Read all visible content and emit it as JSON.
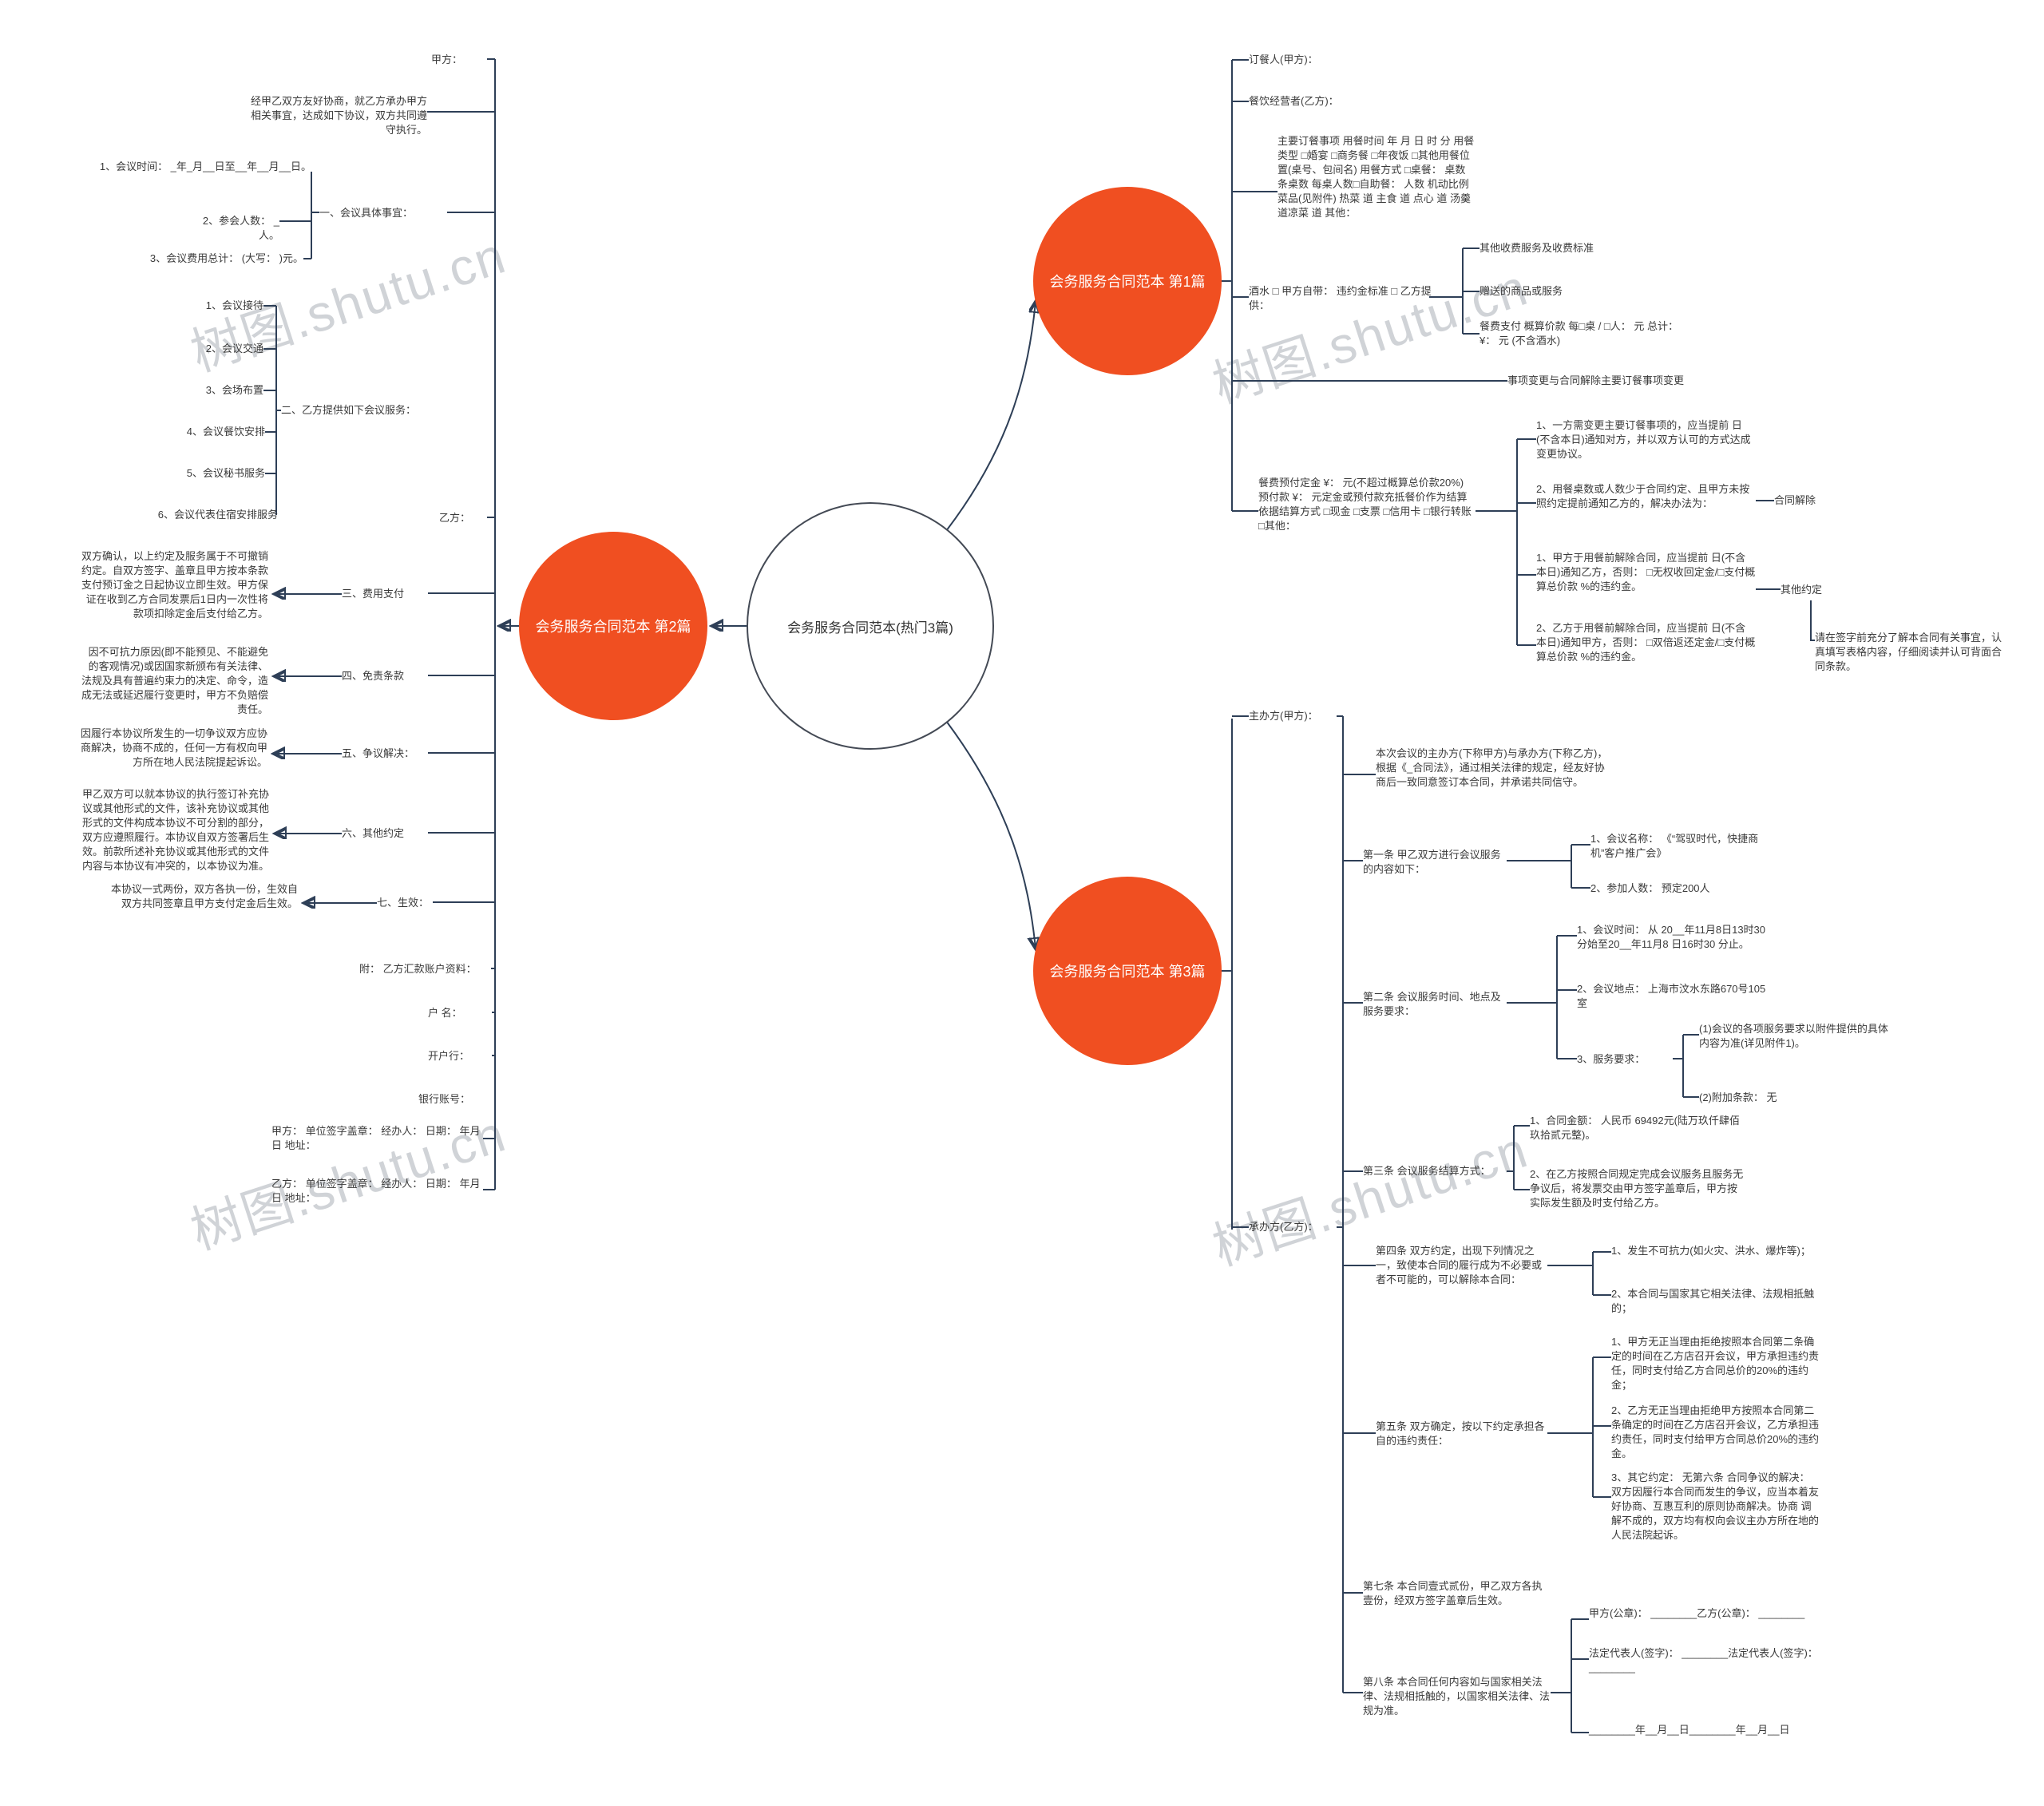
{
  "watermark": "树图.shutu.cn",
  "center": {
    "label": "会务服务合同范本(热门3篇)"
  },
  "branch1": {
    "circle": "会务服务合同范本 第1篇",
    "orderer": "订餐人(甲方)：",
    "caterer": "餐饮经营者(乙方)：",
    "main_order": "主要订餐事项 用餐时间 年 月 日 时 分 用餐类型 □婚宴 □商务餐 □年夜饭 □其他用餐位置(桌号、包间名) 用餐方式 □桌餐： 桌数 条桌数 每桌人数□自助餐： 人数 机动比例菜品(见附件) 热菜 道 主食 道 点心 道 汤羹 道凉菜 道 其他：",
    "drinks": "酒水 □ 甲方自带： 违约金标准 □ 乙方提供：",
    "drinks_items": [
      "其他收费服务及收费标准",
      "赠送的商品或服务",
      "餐费支付 概算价款 每□桌 / □人： 元 总计： ¥： 元 (不含酒水)"
    ],
    "change_title": "事项变更与合同解除主要订餐事项变更",
    "prepay": "餐费预付定金 ¥： 元(不超过概算总价款20%) 预付款 ¥： 元定金或预付款充抵餐价作为结算依据结算方式 □现金 □支票 □信用卡 □银行转账 □其他：",
    "prepay_items": [
      "1、一方需变更主要订餐事项的，应当提前 日(不含本日)通知对方，并以双方认可的方式达成变更协议。",
      "2、用餐桌数或人数少于合同约定、且甲方未按照约定提前通知乙方的，解决办法为：",
      "1、甲方于用餐前解除合同，应当提前 日(不含本日)通知乙方，否则： □无权收回定金/□支付概算总价款 %的违约金。",
      "2、乙方于用餐前解除合同，应当提前 日(不含本日)通知甲方，否则： □双倍返还定金/□支付概算总价款 %的违约金。"
    ],
    "terminate": "合同解除",
    "other": "其他约定",
    "other_note": "请在签字前充分了解本合同有关事宜，认真填写表格内容，仔细阅读并认可背面合同条款。"
  },
  "branch2": {
    "circle": "会务服务合同范本 第2篇",
    "party_a": "甲方：",
    "intro": "经甲乙双方友好协商，就乙方承办甲方 相关事宜，达成如下协议，双方共同遵守执行。",
    "sec1": "一、会议具体事宜：",
    "sec1_items": [
      "1、会议时间： _年_月__日至__年__月__日。",
      "2、参会人数： _人。",
      "3、会议费用总计： (大写： )元。"
    ],
    "sec2": "二、乙方提供如下会议服务：",
    "sec2_items": [
      "1、会议接待",
      "2、会议交通",
      "3、会场布置",
      "4、会议餐饮安排",
      "5、会议秘书服务",
      "6、会议代表住宿安排服务"
    ],
    "party_b": "乙方：",
    "sec3": "三、费用支付",
    "sec3_note": "双方确认，以上约定及服务属于不可撤销约定。自双方签字、盖章且甲方按本条款支付预订金之日起协议立即生效。甲方保证在收到乙方合同发票后1日内一次性将款项扣除定金后支付给乙方。",
    "sec4": "四、免责条款",
    "sec4_note": "因不可抗力原因(即不能预见、不能避免的客观情况)或因国家新颁布有关法律、法规及具有普遍约束力的决定、命令，造成无法或延迟履行变更时，甲方不负赔偿责任。",
    "sec5": "五、争议解决：",
    "sec5_note": "因履行本协议所发生的一切争议双方应协商解决，协商不成的，任何一方有权向甲方所在地人民法院提起诉讼。",
    "sec6": "六、其他约定",
    "sec6_note": "甲乙双方可以就本协议的执行签订补充协议或其他形式的文件，该补充协议或其他形式的文件构成本协议不可分割的部分，双方应遵照履行。本协议自双方签署后生效。前款所述补充协议或其他形式的文件内容与本协议有冲突的，以本协议为准。",
    "sec7": "七、生效：",
    "sec7_note": "本协议一式两份，双方各执一份，生效自双方共同签章且甲方支付定金后生效。",
    "attachment": "附： 乙方汇款账户资料：",
    "account_name": "户 名：",
    "bank": "开户行：",
    "account_no": "银行账号：",
    "sign_a": "甲方： 单位签字盖章： 经办人： 日期： 年月日 地址：",
    "sign_b": "乙方： 单位签字盖章： 经办人： 日期： 年月日 地址："
  },
  "branch3": {
    "circle": "会务服务合同范本 第3篇",
    "host": "主办方(甲方)：",
    "organizer": "承办方(乙方)：",
    "intro": "本次会议的主办方(下称甲方)与承办方(下称乙方)，根据《_合同法》，通过相关法律的规定，经友好协商后一致同意签订本合同，并承诺共同信守。",
    "tiao1": "第一条 甲乙双方进行会议服务的内容如下：",
    "tiao1_items": [
      "1、会议名称： 《“驾驭时代，快捷商机”客户推广会》",
      "2、参加人数： 预定200人"
    ],
    "tiao2": "第二条 会议服务时间、地点及服务要求：",
    "tiao2_items": [
      "1、会议时间： 从 20__年11月8日13时30分始至20__年11月8 日16时30 分止。",
      "2、会议地点： 上海市汶水东路670号105室",
      "3、服务要求："
    ],
    "tiao2_sub": [
      "(1)会议的各项服务要求以附件提供的具体内容为准(详见附件1)。",
      "(2)附加条款： 无"
    ],
    "tiao3": "第三条 会议服务结算方式：",
    "tiao3_items": [
      "1、合同金额： 人民币 69492元(陆万玖仟肆佰玖拾贰元整)。",
      "2、在乙方按照合同规定完成会议服务且服务无争议后，将发票交由甲方签字盖章后，甲方按实际发生额及时支付给乙方。"
    ],
    "tiao4": "第四条 双方约定，出现下列情况之一，致使本合同的履行成为不必要或者不可能的，可以解除本合同：",
    "tiao4_items": [
      "1、发生不可抗力(如火灾、洪水、爆炸等)；",
      "2、本合同与国家其它相关法律、法规相抵触的；"
    ],
    "tiao5": "第五条 双方确定，按以下约定承担各自的违约责任：",
    "tiao5_items": [
      "1、甲方无正当理由拒绝按照本合同第二条确定的时间在乙方店召开会议，甲方承担违约责任，同时支付给乙方合同总价的20%的违约金；",
      "2、乙方无正当理由拒绝甲方按照本合同第二条确定的时间在乙方店召开会议，乙方承担违约责任，同时支付给甲方合同总价20%的违约金。",
      "3、其它约定： 无第六条 合同争议的解决： 双方因履行本合同而发生的争议，应当本着友好协商、互惠互利的原则协商解决。协商 调解不成的，双方均有权向会议主办方所在地的人民法院起诉。"
    ],
    "tiao7": "第七条 本合同壹式贰份，甲乙双方各执壹份，经双方签字盖章后生效。",
    "tiao8": "第八条 本合同任何内容如与国家相关法律、法规相抵触的，以国家相关法律、法规为准。",
    "tiao8_items": [
      "甲方(公章)： ________乙方(公章)： ________",
      "法定代表人(签字)： ________法定代表人(签字)： ________",
      "________年__月__日________年__月__日"
    ]
  }
}
